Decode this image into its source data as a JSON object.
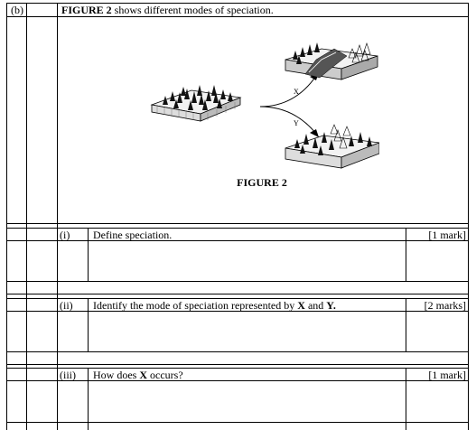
{
  "part": "(b)",
  "intro": {
    "bold": "FIGURE 2",
    "rest": " shows different modes of speciation."
  },
  "figure": {
    "caption": "FIGURE 2",
    "label_x": "X",
    "label_y": "Y"
  },
  "questions": [
    {
      "num": "(i)",
      "text": "Define speciation.",
      "marks": "[1 mark]"
    },
    {
      "num": "(ii)",
      "pre": "Identify the mode of speciation represented by ",
      "x": "X",
      "mid": " and ",
      "y": "Y.",
      "marks": "[2 marks]"
    },
    {
      "num": "(iii)",
      "pre": "How does ",
      "x": "X",
      "post": " occurs?",
      "marks": "[1 mark]"
    }
  ]
}
